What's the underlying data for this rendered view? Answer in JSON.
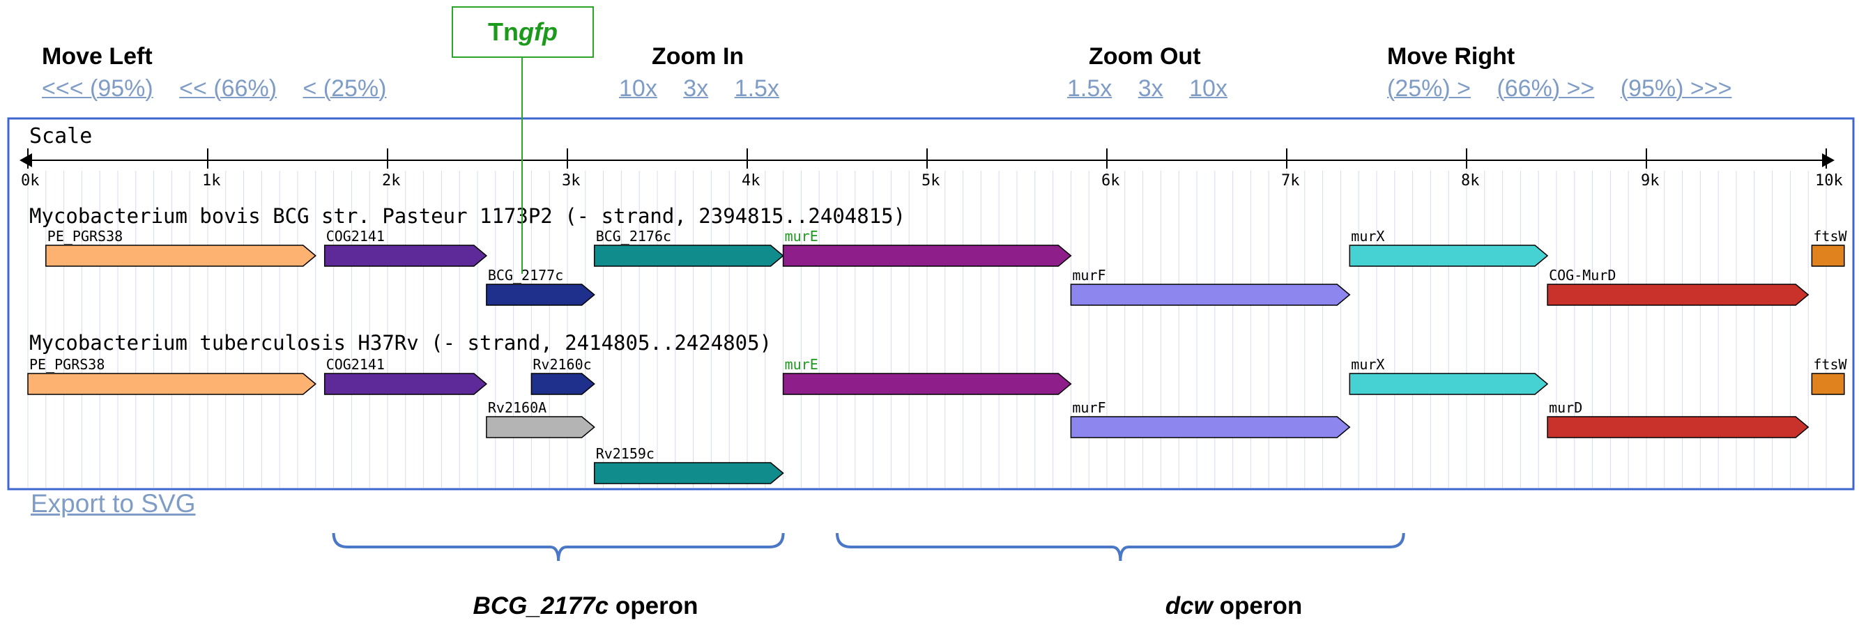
{
  "nav": {
    "move_left": {
      "title": "Move Left",
      "links": [
        "<<< (95%)",
        "<< (66%)",
        "< (25%)"
      ]
    },
    "zoom_in": {
      "title": "Zoom In",
      "links": [
        "10x",
        "3x",
        "1.5x"
      ]
    },
    "zoom_out": {
      "title": "Zoom Out",
      "links": [
        "1.5x",
        "3x",
        "10x"
      ]
    },
    "move_right": {
      "title": "Move Right",
      "links": [
        "(25%) >",
        "(66%) >>",
        "(95%) >>>"
      ]
    }
  },
  "insertion": {
    "prefix": "Tn",
    "italic": "gfp",
    "color": "#1c9a1c"
  },
  "scale": {
    "label": "Scale",
    "ticks": [
      "0k",
      "1k",
      "2k",
      "3k",
      "4k",
      "5k",
      "6k",
      "7k",
      "8k",
      "9k",
      "10k"
    ]
  },
  "genomes": [
    {
      "title": "Mycobacterium bovis BCG str. Pasteur 1173P2 (- strand, 2394815..2404815)",
      "genes": [
        {
          "label": "PE_PGRS38",
          "start": 0.1,
          "end": 1.6,
          "row": 0,
          "color": "#fdb272",
          "label_color": "#000000"
        },
        {
          "label": "COG2141",
          "start": 1.65,
          "end": 2.55,
          "row": 0,
          "color": "#5e2a9a",
          "label_color": "#000000"
        },
        {
          "label": "BCG_2177c",
          "start": 2.55,
          "end": 3.15,
          "row": 1,
          "color": "#1f2f8c",
          "label_color": "#000000"
        },
        {
          "label": "BCG_2176c",
          "start": 3.15,
          "end": 4.2,
          "row": 0,
          "color": "#108c8c",
          "label_color": "#000000"
        },
        {
          "label": "murE",
          "start": 4.2,
          "end": 5.8,
          "row": 0,
          "color": "#8e1f8a",
          "label_color": "#1c9a1c"
        },
        {
          "label": "murF",
          "start": 5.8,
          "end": 7.35,
          "row": 1,
          "color": "#8c86ee",
          "label_color": "#000000"
        },
        {
          "label": "murX",
          "start": 7.35,
          "end": 8.45,
          "row": 0,
          "color": "#46d2d2",
          "label_color": "#000000"
        },
        {
          "label": "COG-MurD",
          "start": 8.45,
          "end": 9.9,
          "row": 1,
          "color": "#c8322a",
          "label_color": "#000000"
        },
        {
          "label": "ftsW",
          "start": 9.92,
          "end": 10.1,
          "row": 0,
          "color": "#e0821e",
          "label_color": "#000000"
        }
      ]
    },
    {
      "title": "Mycobacterium tuberculosis H37Rv (- strand, 2414805..2424805)",
      "genes": [
        {
          "label": "PE_PGRS38",
          "start": 0.0,
          "end": 1.6,
          "row": 0,
          "color": "#fdb272",
          "label_color": "#000000"
        },
        {
          "label": "COG2141",
          "start": 1.65,
          "end": 2.55,
          "row": 0,
          "color": "#5e2a9a",
          "label_color": "#000000"
        },
        {
          "label": "Rv2160c",
          "start": 2.8,
          "end": 3.15,
          "row": 0,
          "color": "#1f2f8c",
          "label_color": "#000000"
        },
        {
          "label": "Rv2160A",
          "start": 2.55,
          "end": 3.15,
          "row": 1,
          "color": "#b4b4b4",
          "label_color": "#000000"
        },
        {
          "label": "Rv2159c",
          "start": 3.15,
          "end": 4.2,
          "row": 2,
          "color": "#108c8c",
          "label_color": "#000000"
        },
        {
          "label": "murE",
          "start": 4.2,
          "end": 5.8,
          "row": 0,
          "color": "#8e1f8a",
          "label_color": "#1c9a1c"
        },
        {
          "label": "murF",
          "start": 5.8,
          "end": 7.35,
          "row": 1,
          "color": "#8c86ee",
          "label_color": "#000000"
        },
        {
          "label": "murX",
          "start": 7.35,
          "end": 8.45,
          "row": 0,
          "color": "#46d2d2",
          "label_color": "#000000"
        },
        {
          "label": "murD",
          "start": 8.45,
          "end": 9.9,
          "row": 1,
          "color": "#c8322a",
          "label_color": "#000000"
        },
        {
          "label": "ftsW",
          "start": 9.92,
          "end": 10.1,
          "row": 0,
          "color": "#e0821e",
          "label_color": "#000000"
        }
      ]
    }
  ],
  "export": {
    "label": "Export to SVG"
  },
  "operons": [
    {
      "italic": "BCG_2177c",
      "suffix": " operon",
      "start": 1.7,
      "end": 4.2
    },
    {
      "italic": "dcw",
      "suffix": " operon",
      "start": 4.5,
      "end": 7.65
    }
  ],
  "colors": {
    "frame": "#3e66d0",
    "link": "#7f9cc6",
    "bracket": "#4a78c6",
    "grid": "#d4dcef"
  }
}
